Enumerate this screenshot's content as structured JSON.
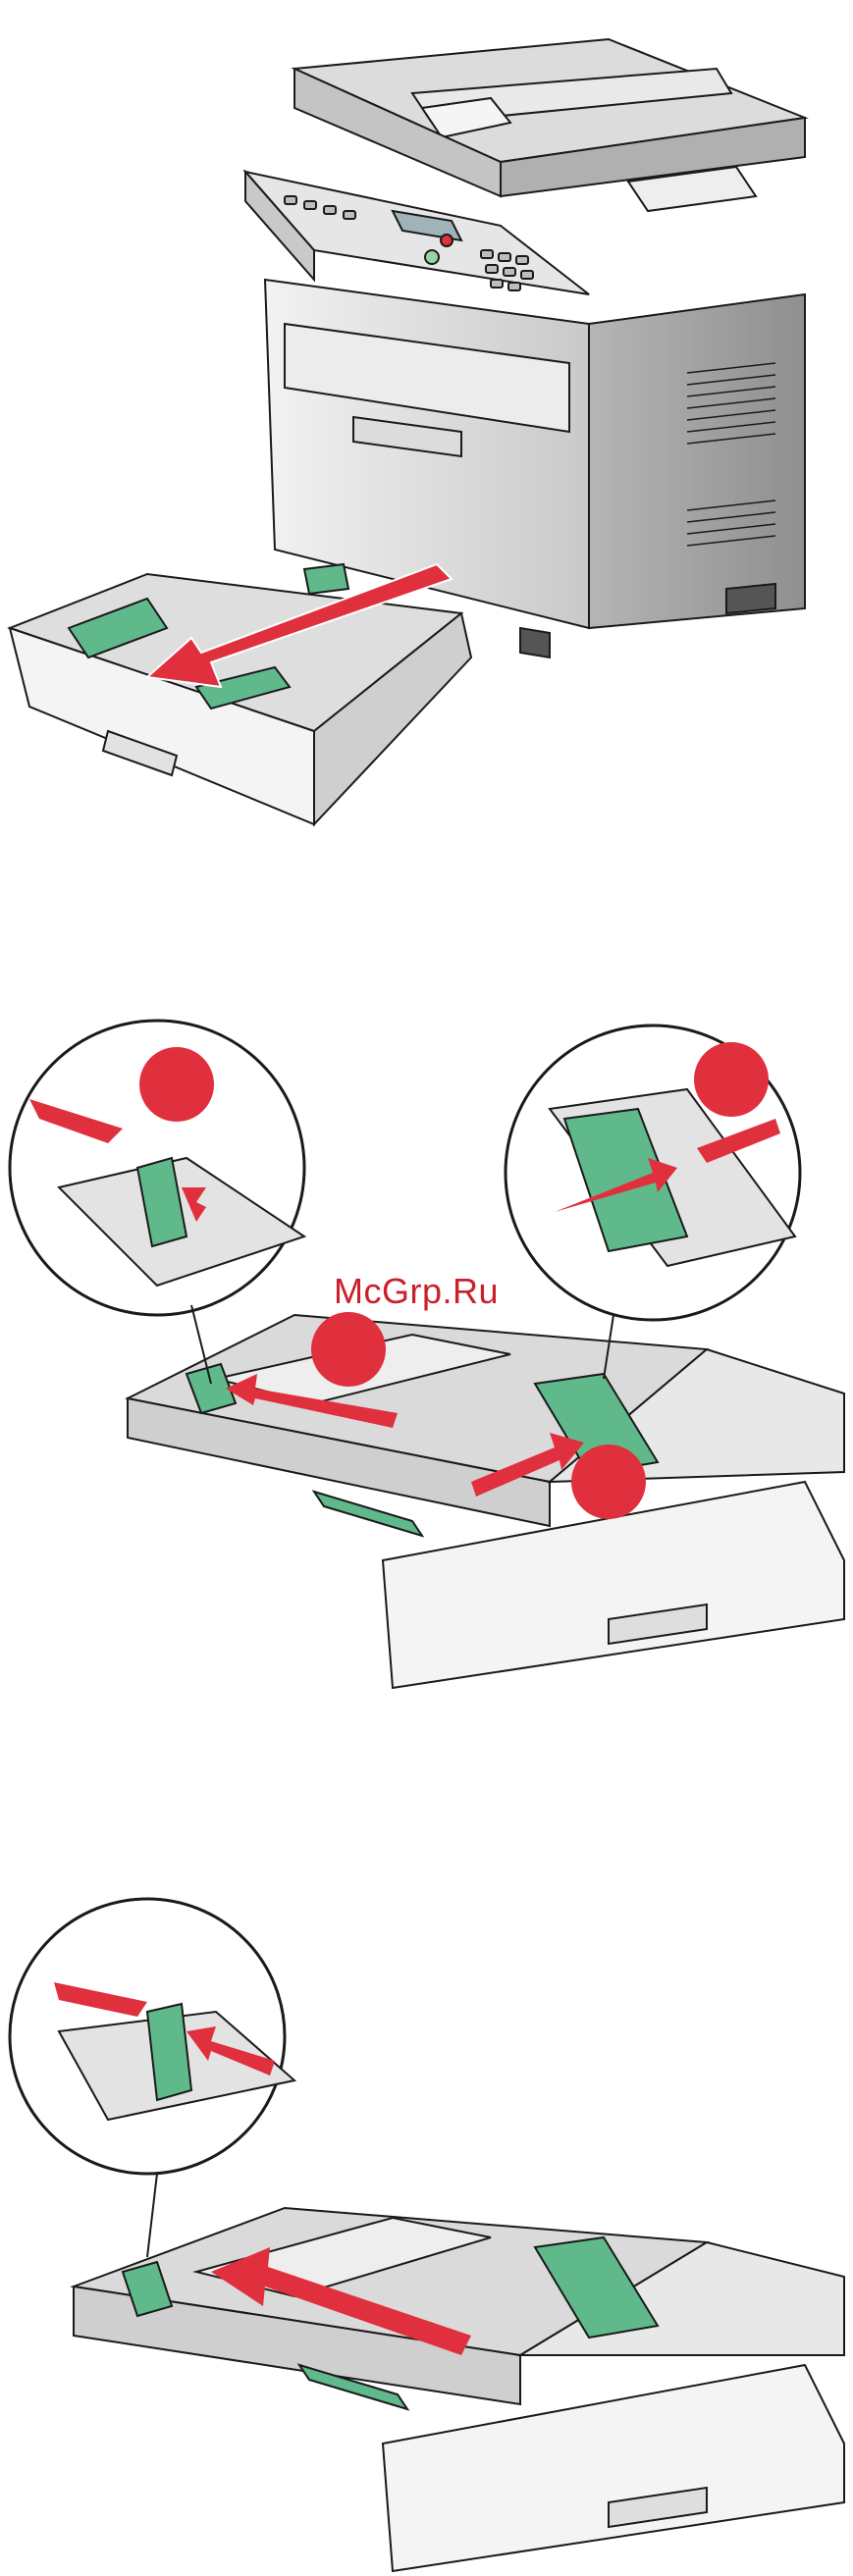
{
  "watermark": {
    "text": "McGrp.Ru"
  },
  "figures": [
    {
      "id": "remove-tray"
    },
    {
      "id": "adjust-width-and-length-guides",
      "callouts": [
        "",
        "",
        "",
        ""
      ]
    },
    {
      "id": "slide-length-guide"
    }
  ],
  "colors": {
    "guide_green": "#5fb98a",
    "guide_green_dark": "#2f7a55",
    "arrow_red": "#e0303d",
    "outline": "#1a1a1a",
    "printer_gray": "#d8d8d8",
    "tray_white": "#f4f4f4"
  }
}
